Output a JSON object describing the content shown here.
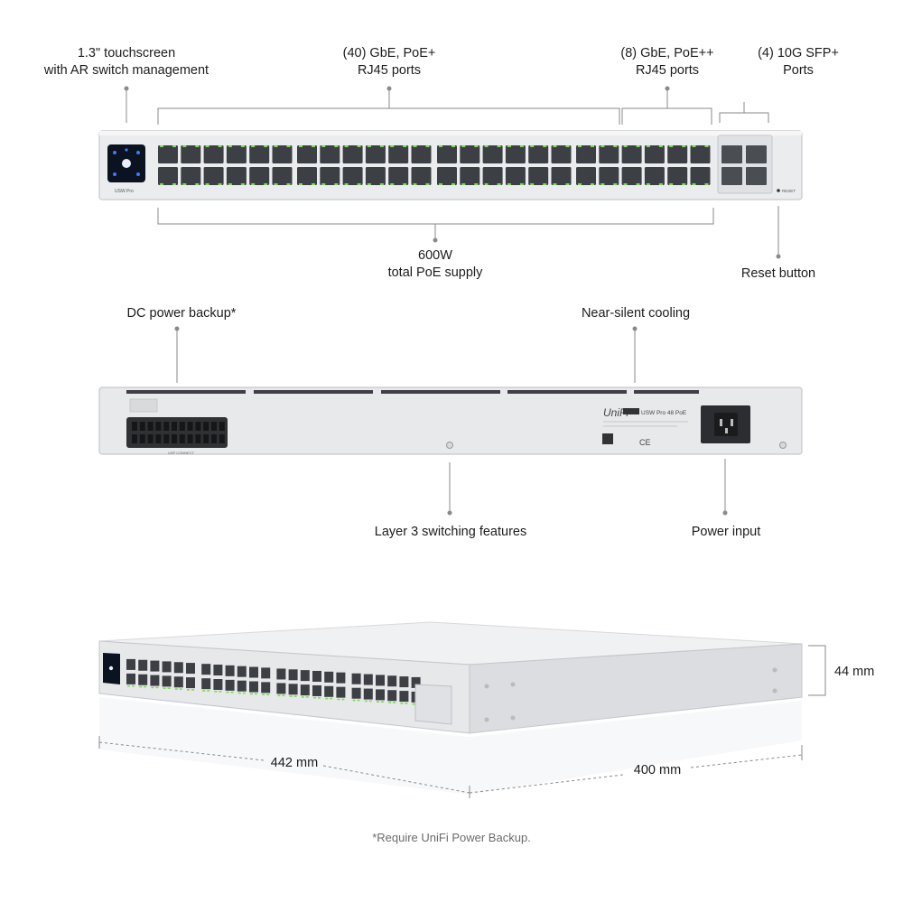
{
  "front": {
    "touchscreen_line1": "1.3\" touchscreen",
    "touchscreen_line2": "with AR switch management",
    "gbe_poe_plus_line1": "(40) GbE, PoE+",
    "gbe_poe_plus_line2": "RJ45 ports",
    "gbe_poe_plusplus_line1": "(8) GbE, PoE++",
    "gbe_poe_plusplus_line2": "RJ45 ports",
    "sfp_line1": "(4) 10G SFP+",
    "sfp_line2": "Ports",
    "poe_supply_line1": "600W",
    "poe_supply_line2": "total PoE supply",
    "reset_button": "Reset button",
    "brand_mark": "USW Pro",
    "reset_mark": "RESET"
  },
  "rear": {
    "dc_power_backup": "DC power backup*",
    "near_silent_cooling": "Near-silent cooling",
    "layer3": "Layer 3 switching features",
    "power_input": "Power input",
    "unifi_logo": "UniFi",
    "model_tag": "USW Pro 48 PoE",
    "connector_label": "USP CONNECT"
  },
  "dimensions": {
    "height": "44 mm",
    "width": "442 mm",
    "depth": "400 mm"
  },
  "footnote": "*Require UniFi Power Backup.",
  "colors": {
    "chassis": "#e9eaec",
    "chassis_edge": "#c9cbcf",
    "port": "#3c3f44",
    "led_green": "#7ed957",
    "screen": "#0b1220",
    "screen_accent": "#3a7bff",
    "leader": "#8a8a8a"
  }
}
